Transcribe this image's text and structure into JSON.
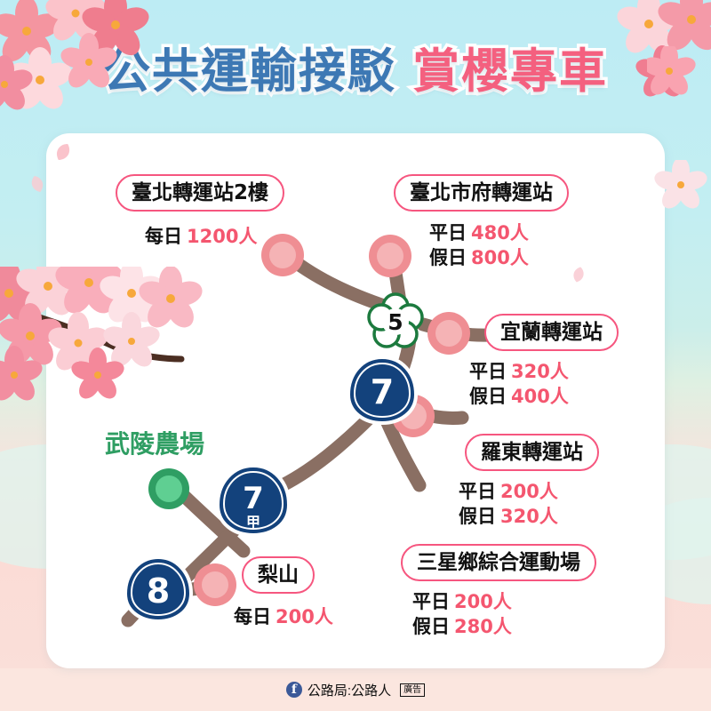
{
  "title": {
    "blue_part": "公共運輸接駁",
    "pink_part": "賞櫻專車",
    "blue_color": "#3d78b4",
    "pink_color": "#f4607f"
  },
  "map": {
    "routes": [
      {
        "shield": "5",
        "sub": "",
        "style": "blossom",
        "color": "#1c7a3e"
      },
      {
        "shield": "7",
        "sub": "",
        "style": "shield",
        "color": "#13427c"
      },
      {
        "shield": "7",
        "sub": "甲",
        "style": "shield",
        "color": "#13427c"
      },
      {
        "shield": "8",
        "sub": "",
        "style": "shield",
        "color": "#13427c"
      }
    ],
    "branch_color": "#8a6f63",
    "node_color": "#ef8e93",
    "node_inner_color": "#f5b3b5",
    "terminus_color": "#2f9e63",
    "terminus_inner_color": "#5fcf92"
  },
  "stations": [
    {
      "id": "taipei-bus-station",
      "name": "臺北轉運站2樓",
      "lines": [
        {
          "label": "每日",
          "value": "1200人"
        }
      ]
    },
    {
      "id": "taipei-city-hall-bus-station",
      "name": "臺北市府轉運站",
      "lines": [
        {
          "label": "平日",
          "value": "480人"
        },
        {
          "label": "假日",
          "value": "800人"
        }
      ]
    },
    {
      "id": "yilan-bus-station",
      "name": "宜蘭轉運站",
      "lines": [
        {
          "label": "平日",
          "value": "320人"
        },
        {
          "label": "假日",
          "value": "400人"
        }
      ]
    },
    {
      "id": "luodong-bus-station",
      "name": "羅東轉運站",
      "lines": [
        {
          "label": "平日",
          "value": "200人"
        },
        {
          "label": "假日",
          "value": "320人"
        }
      ]
    },
    {
      "id": "sanxing-sports-park",
      "name": "三星鄉綜合運動場",
      "lines": [
        {
          "label": "平日",
          "value": "200人"
        },
        {
          "label": "假日",
          "value": "280人"
        }
      ]
    },
    {
      "id": "lishan",
      "name": "梨山",
      "lines": [
        {
          "label": "每日",
          "value": "200人"
        }
      ]
    }
  ],
  "destination": {
    "name": "武陵農場",
    "color": "#2f9e63"
  },
  "footer": {
    "page": "公路局:公路人",
    "fb_glyph": "f",
    "ad_label": "廣告"
  }
}
